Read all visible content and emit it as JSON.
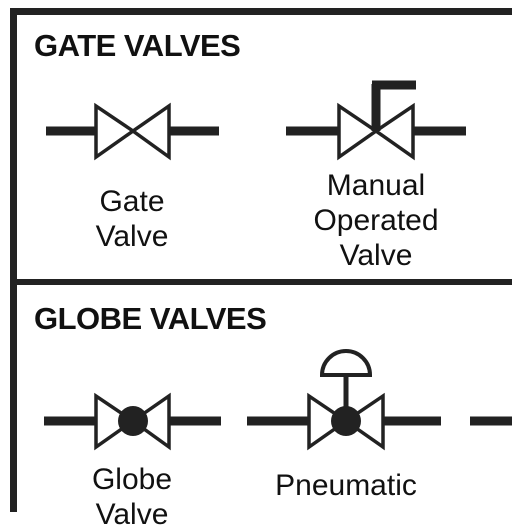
{
  "sections": [
    {
      "title": "GATE VALVES",
      "items": [
        {
          "caption_lines": [
            "Gate",
            "Valve"
          ],
          "symbol": "gate-valve"
        },
        {
          "caption_lines": [
            "Manual",
            "Operated",
            "Valve"
          ],
          "symbol": "manual-operated-valve"
        }
      ]
    },
    {
      "title": "GLOBE VALVES",
      "items": [
        {
          "caption_lines": [
            "Globe",
            "Valve"
          ],
          "symbol": "globe-valve"
        },
        {
          "caption_lines": [
            "Pneumatic"
          ],
          "symbol": "pneumatic-valve"
        }
      ]
    }
  ],
  "colors": {
    "stroke": "#222222",
    "background": "#ffffff"
  }
}
